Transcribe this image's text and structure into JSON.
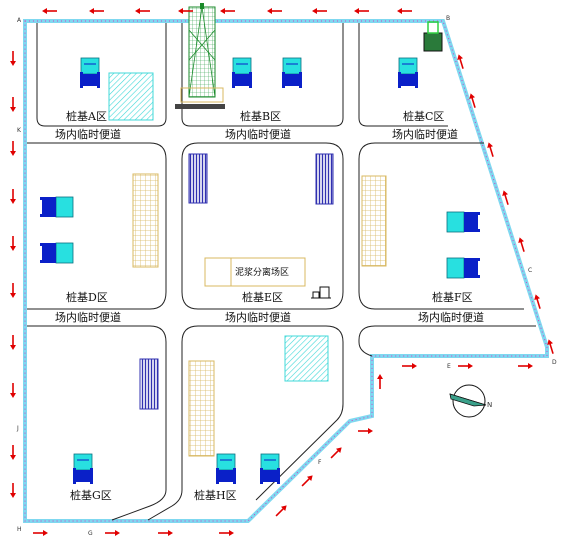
{
  "zones": {
    "a": "桩基A区",
    "b": "桩基B区",
    "c": "桩基C区",
    "d": "桩基D区",
    "e": "桩基E区",
    "f": "桩基F区",
    "g": "桩基G区",
    "h": "桩基H区"
  },
  "roads": {
    "label": "场内临时便道"
  },
  "separation": {
    "label": "泥浆分离场区"
  },
  "points": {
    "a": "A",
    "b": "B",
    "c": "C",
    "d": "D",
    "e": "E",
    "f": "F",
    "g": "G",
    "h": "H",
    "j": "J",
    "k": "K"
  },
  "compass": {
    "north": "N"
  },
  "colors": {
    "fence": "#7fd8f0",
    "fence_dots": "#d040c0",
    "arrow": "#e00000",
    "rig": "#0a20c8",
    "rig_cab": "#28e0e0",
    "material": "#d8b860",
    "steel": "#3030b0",
    "pile_area": "#40d8d8",
    "tower": "#1a8a2a"
  }
}
